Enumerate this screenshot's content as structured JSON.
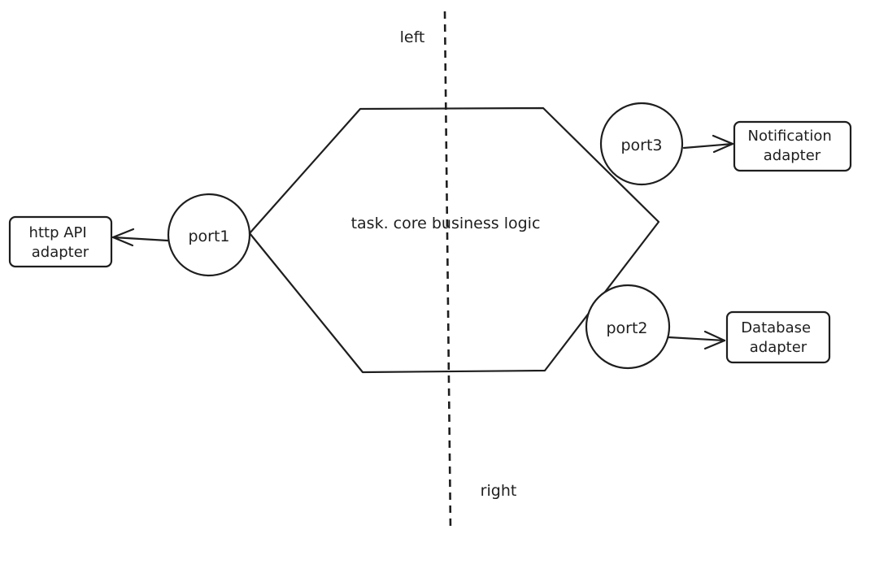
{
  "core": {
    "label": "task. core business logic"
  },
  "divider": {
    "left_label": "left",
    "right_label": "right"
  },
  "ports": {
    "port1": "port1",
    "port2": "port2",
    "port3": "port3"
  },
  "adapters": {
    "http": [
      "http API",
      "adapter"
    ],
    "database": [
      "Database",
      "adapter"
    ],
    "notification": [
      "Notification",
      "adapter"
    ]
  },
  "colors": {
    "stroke": "#1e1e1e",
    "background": "#ffffff"
  }
}
